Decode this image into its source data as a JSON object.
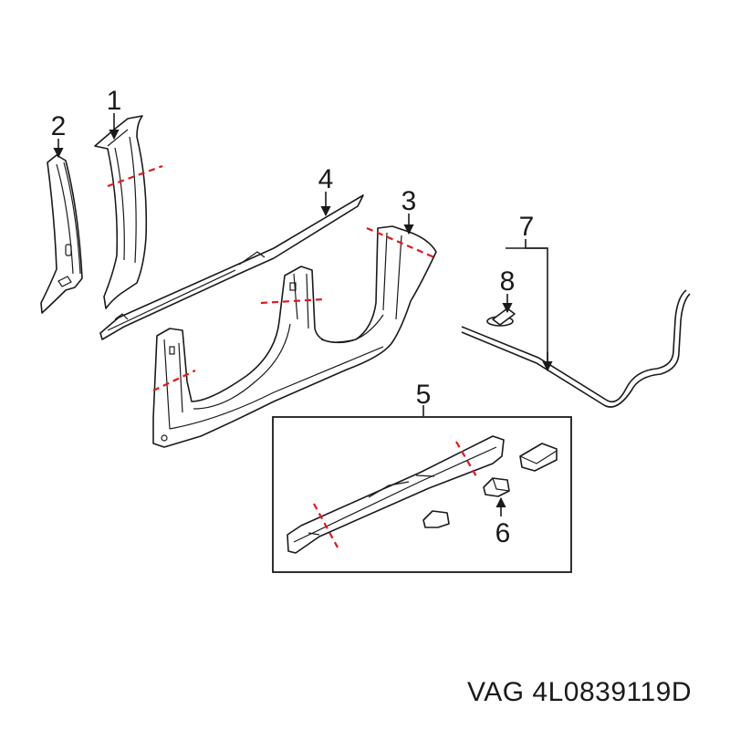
{
  "diagram": {
    "callouts": [
      {
        "id": "1",
        "label": "1"
      },
      {
        "id": "2",
        "label": "2"
      },
      {
        "id": "3",
        "label": "3"
      },
      {
        "id": "4",
        "label": "4"
      },
      {
        "id": "5",
        "label": "5"
      },
      {
        "id": "6",
        "label": "6"
      },
      {
        "id": "7",
        "label": "7"
      },
      {
        "id": "8",
        "label": "8"
      }
    ],
    "part_number": "VAG 4L0839119D",
    "colors": {
      "outline": "#1a1a1a",
      "cut_line": "#e8141c",
      "background": "#ffffff"
    }
  }
}
